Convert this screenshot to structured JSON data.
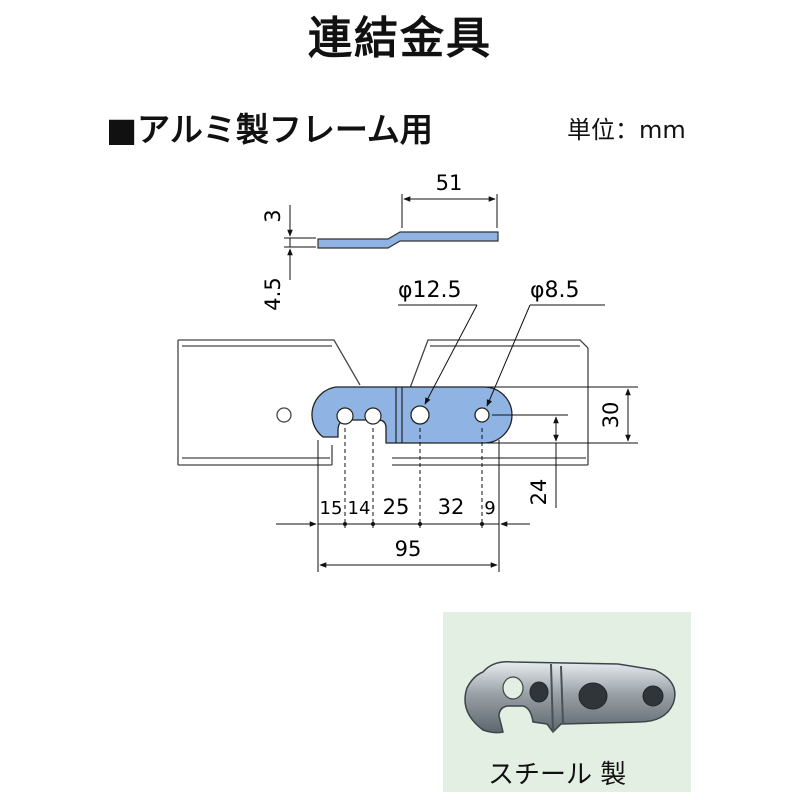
{
  "title": "連結金具",
  "subtitle": "■アルミ製フレーム用",
  "unit_label": "単位：mm",
  "dimensions": {
    "top_length": "51",
    "thickness": "3",
    "offset": "4.5",
    "hole_large": "φ12.5",
    "hole_small": "φ8.5",
    "width": "30",
    "hole_height": "24",
    "seg1": "15",
    "seg2": "14",
    "seg3": "25",
    "seg4": "32",
    "seg5": "9",
    "total_length": "95"
  },
  "photo": {
    "caption": "スチール 製"
  },
  "colors": {
    "bracket_fill": "#8fb4e3",
    "frame_stroke": "#444444",
    "photo_bg": "#e3efe2"
  }
}
